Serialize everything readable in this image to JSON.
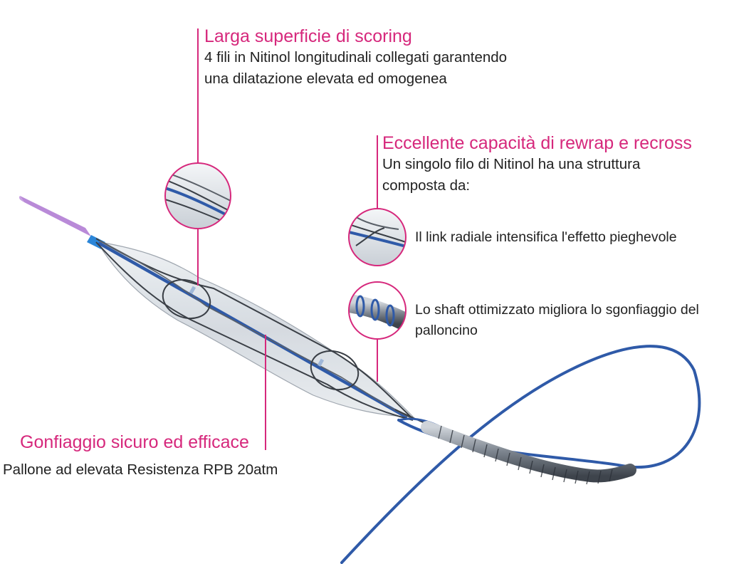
{
  "callouts": {
    "scoring": {
      "title": "Larga superficie di scoring",
      "line1": "4 fili in Nitinol longitudinali collegati garantendo",
      "line2": "una dilatazione elevata ed omogenea"
    },
    "rewrap": {
      "title": "Eccellente capacità di rewrap e recross",
      "line1": "Un singolo filo di Nitinol ha una struttura",
      "line2": "composta da:"
    },
    "radial_link": {
      "text": "Il link radiale intensifica l'effetto pieghevole"
    },
    "shaft": {
      "line1": "Lo shaft ottimizzato migliora lo sgonfiaggio del",
      "line2": "palloncino"
    },
    "inflation": {
      "title": "Gonfiaggio sicuro ed efficace",
      "line1": "Pallone ad elevata Resistenza RPB 20atm"
    }
  },
  "colors": {
    "accent": "#d6287c",
    "catheter_blue": "#2f5aa8",
    "tip_purple": "#b98ad8",
    "metal": "#8a9099",
    "balloon": "#d8dde3"
  }
}
